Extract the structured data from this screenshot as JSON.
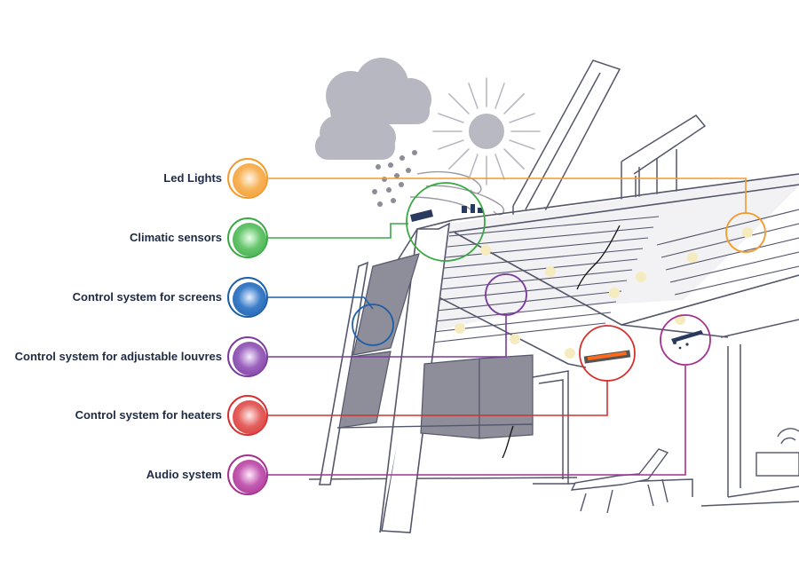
{
  "features": [
    {
      "label": "Led Lights",
      "color": "#f29a2e",
      "icon": "orange-bulb"
    },
    {
      "label": "Climatic sensors",
      "color": "#3aa843",
      "icon": "green-bulb"
    },
    {
      "label": "Control system for  screens",
      "color": "#1f5fa8",
      "icon": "blue-bulb"
    },
    {
      "label": "Control system for adjustable louvres",
      "color": "#7b3a9e",
      "icon": "purple-bulb"
    },
    {
      "label": "Control system for heaters",
      "color": "#d5312f",
      "icon": "red-bulb"
    },
    {
      "label": "Audio system",
      "color": "#a4328f",
      "icon": "magenta-bulb"
    }
  ]
}
